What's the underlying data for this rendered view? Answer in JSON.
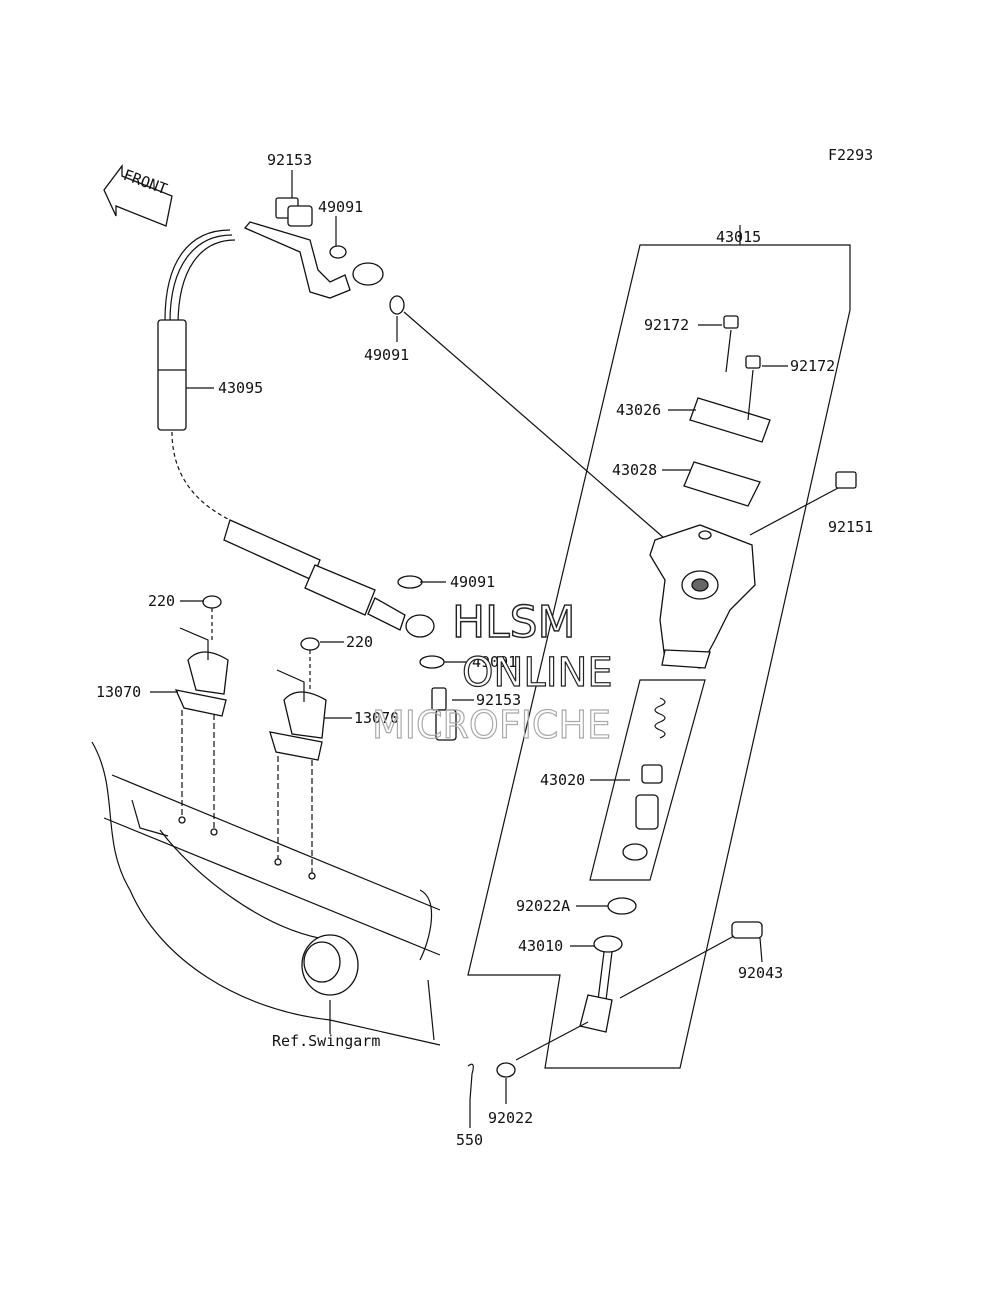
{
  "figure_code": "F2293",
  "front_label": "FRONT",
  "reference_label": "Ref.Swingarm",
  "watermark": {
    "line1": "HLSM",
    "line2": "ONLINE",
    "line3": "MICROFICHE"
  },
  "callouts": {
    "p92153_top": "92153",
    "p49091_a": "49091",
    "p49091_b": "49091",
    "p43095": "43095",
    "p43015": "43015",
    "p92172_a": "92172",
    "p92172_b": "92172",
    "p43026": "43026",
    "p43028": "43028",
    "p92151": "92151",
    "p49091_c": "49091",
    "p49091_d": "49091",
    "p92153_bottom": "92153",
    "p220_a": "220",
    "p220_b": "220",
    "p13070_a": "13070",
    "p13070_b": "13070",
    "p43020": "43020",
    "p92022A": "92022A",
    "p43010": "43010",
    "p92043": "92043",
    "p92022": "92022",
    "p550": "550"
  }
}
